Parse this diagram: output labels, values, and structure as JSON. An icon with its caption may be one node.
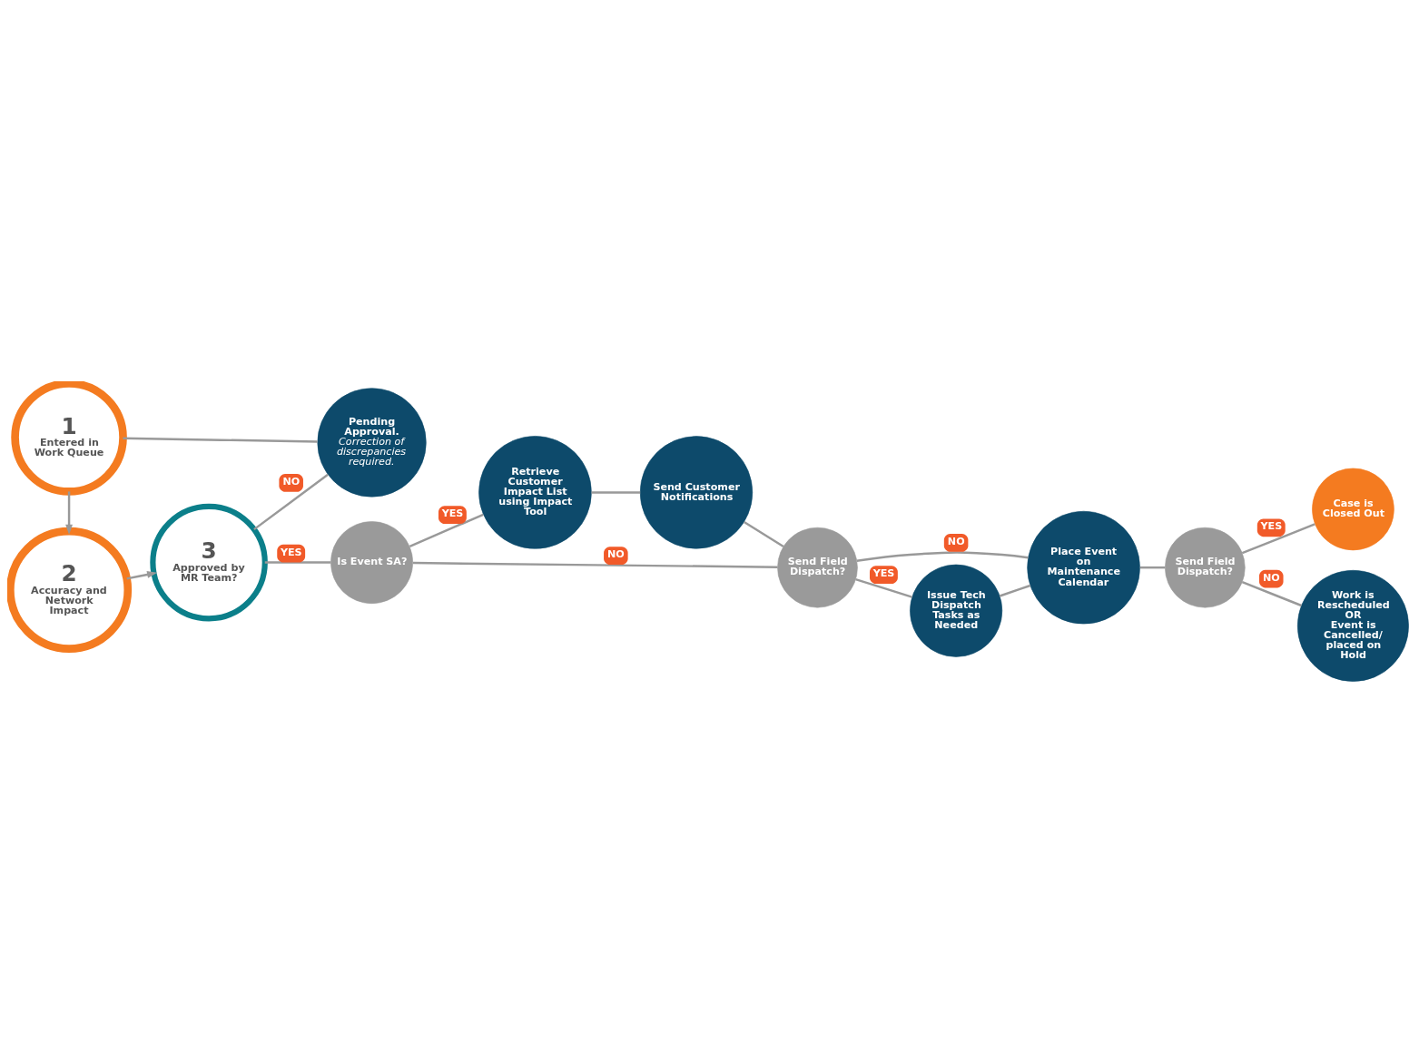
{
  "diagram": {
    "nodes": [
      {
        "text": [
          "1",
          "Entered in Work Queue"
        ]
      },
      {
        "text": [
          "Pending Approval.",
          "Correction of discrepancies required."
        ]
      },
      {
        "text": [
          "2",
          "Accuracy and Network Impact"
        ]
      },
      {
        "text": [
          "3",
          "Approved by MR Team?"
        ]
      },
      {
        "text": [
          "Is Event SA?"
        ]
      },
      {
        "text": [
          "Retrieve Customer Impact List using Impact Tool"
        ]
      },
      {
        "text": [
          "Send Field Dispatch?"
        ]
      },
      {
        "text": [
          "Send Customer Notifications"
        ]
      },
      {
        "text": [
          "Place Event on Maintenance Calendar"
        ]
      },
      {
        "text": [
          "Issue Tech Dispatch Tasks as Needed"
        ]
      },
      {
        "text": [
          "Send Field Dispatch?"
        ]
      },
      {
        "text": [
          "Case is Closed Out"
        ]
      },
      {
        "text": [
          "Work is Rescheduled",
          "OR",
          "Event is Cancelled/ placed on Hold"
        ]
      }
    ],
    "edges": [
      {
        "from": 0,
        "to": 1,
        "arrow": "none"
      },
      {
        "from": 0,
        "to": 2,
        "arrow": "to"
      },
      {
        "from": 2,
        "to": 3,
        "arrow": "to"
      },
      {
        "from": 3,
        "to": 1,
        "arrow": "none",
        "label": "NO"
      },
      {
        "from": 3,
        "to": 4,
        "arrow": "none",
        "label": "YES"
      },
      {
        "from": 4,
        "to": 5,
        "arrow": "none",
        "label": "YES"
      },
      {
        "from": 4,
        "to": 6,
        "arrow": "none",
        "label": "NO"
      },
      {
        "from": 5,
        "to": 7,
        "arrow": "none"
      },
      {
        "from": 7,
        "to": 6,
        "arrow": "none"
      },
      {
        "from": 6,
        "to": 8,
        "arrow": "none",
        "label": "NO"
      },
      {
        "from": 6,
        "to": 9,
        "arrow": "none",
        "label": "YES"
      },
      {
        "from": 9,
        "to": 8,
        "arrow": "none"
      },
      {
        "from": 8,
        "to": 10,
        "arrow": "none"
      },
      {
        "from": 10,
        "to": 11,
        "arrow": "none",
        "label": "YES"
      },
      {
        "from": 10,
        "to": 12,
        "arrow": "none",
        "label": "NO"
      }
    ]
  }
}
